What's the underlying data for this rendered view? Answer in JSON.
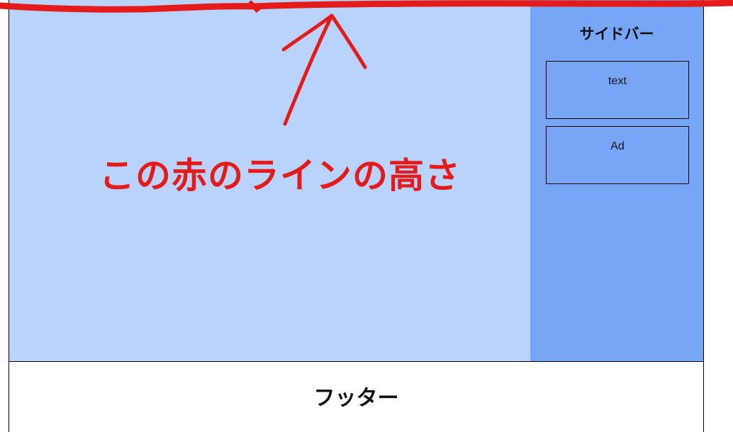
{
  "sidebar": {
    "title": "サイドバー",
    "widgets": [
      {
        "label": "text"
      },
      {
        "label": "Ad"
      }
    ]
  },
  "footer": {
    "label": "フッター"
  },
  "annotation": {
    "text": "この赤のラインの高さ",
    "color": "#e31b1b"
  },
  "colors": {
    "main_bg": "#bad3fa",
    "sidebar_bg": "#78a6f7",
    "footer_bg": "#ffffff",
    "annotation_red": "#e31b1b"
  }
}
